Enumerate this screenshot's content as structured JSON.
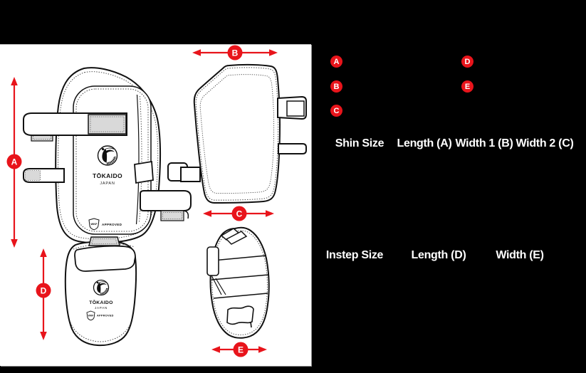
{
  "colors": {
    "accent_red": "#e8141b",
    "page_bg": "#000000",
    "panel_bg": "#ffffff",
    "velcro_gray": "#d9d9d9",
    "line": "#111111"
  },
  "markers": {
    "a": "A",
    "b": "B",
    "c": "C",
    "d": "D",
    "e": "E"
  },
  "legend": {
    "letters": [
      "A",
      "B",
      "C",
      "D",
      "E"
    ]
  },
  "size_table": {
    "shin_headers": [
      "Shin Size",
      "Length (A)",
      "Width 1 (B)",
      "Width 2 (C)"
    ],
    "instep_headers": [
      "Instep Size",
      "Length (D)",
      "Width (E)"
    ]
  },
  "brand": {
    "logo_text": "TŌKAIDO",
    "logo_subtext": "JAPAN",
    "approval_org": "WKF",
    "approval_label": "APPROVED"
  }
}
